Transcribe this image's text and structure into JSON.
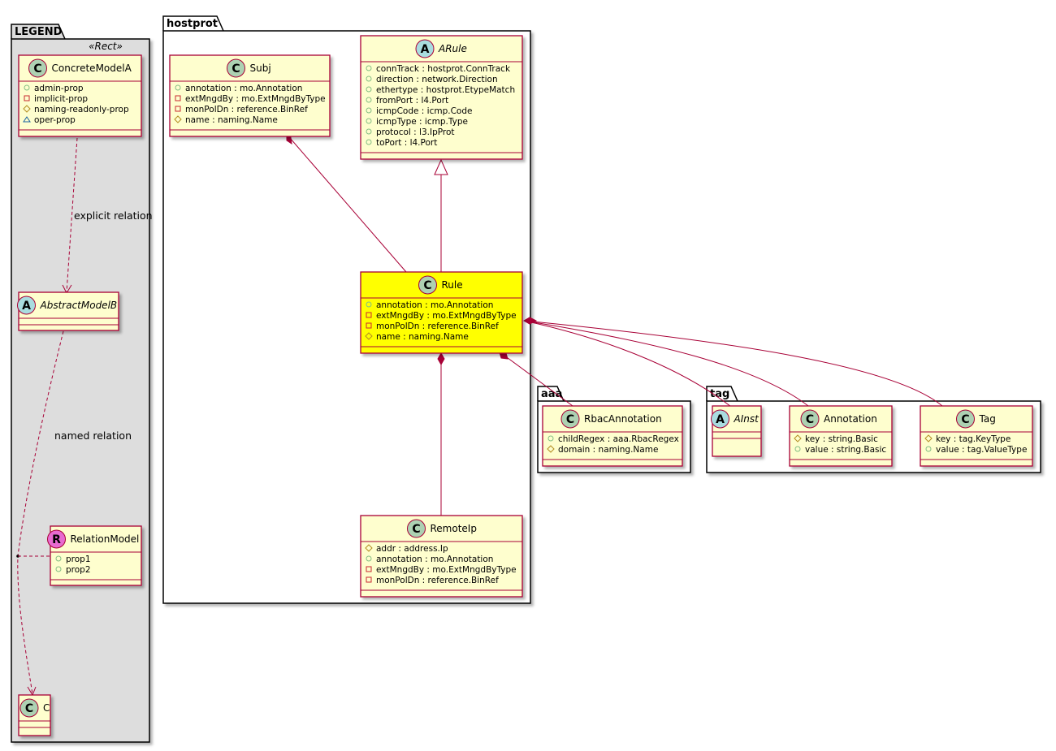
{
  "legend": {
    "title": "LEGEND",
    "stereotype": "«Rect»",
    "edge_explicit": "explicit relation",
    "edge_named": "named relation",
    "concrete_model": {
      "kind": "C",
      "name": "ConcreteModelA",
      "attributes": [
        {
          "vis": "+",
          "text": "admin-prop"
        },
        {
          "vis": "-",
          "text": "implicit-prop"
        },
        {
          "vis": "#",
          "text": "naming-readonly-prop"
        },
        {
          "vis": "~",
          "text": "oper-prop"
        }
      ]
    },
    "abstract_model": {
      "kind": "A",
      "name": "AbstractModelB",
      "attributes": []
    },
    "relation_model": {
      "kind": "R",
      "name": "RelationModel",
      "attributes": [
        {
          "vis": "+",
          "text": "prop1"
        },
        {
          "vis": "+",
          "text": "prop2"
        }
      ]
    },
    "c_model": {
      "kind": "C",
      "name": "C",
      "attributes": []
    }
  },
  "hostprot": {
    "title": "hostprot",
    "subj": {
      "kind": "C",
      "name": "Subj",
      "attributes": [
        {
          "vis": "+",
          "text": "annotation : mo.Annotation"
        },
        {
          "vis": "-",
          "text": "extMngdBy : mo.ExtMngdByType"
        },
        {
          "vis": "-",
          "text": "monPolDn : reference.BinRef"
        },
        {
          "vis": "#",
          "text": "name : naming.Name"
        }
      ]
    },
    "arule": {
      "kind": "A",
      "name": "ARule",
      "attributes": [
        {
          "vis": "+",
          "text": "connTrack : hostprot.ConnTrack"
        },
        {
          "vis": "+",
          "text": "direction : network.Direction"
        },
        {
          "vis": "+",
          "text": "ethertype : hostprot.EtypeMatch"
        },
        {
          "vis": "+",
          "text": "fromPort : l4.Port"
        },
        {
          "vis": "+",
          "text": "icmpCode : icmp.Code"
        },
        {
          "vis": "+",
          "text": "icmpType : icmp.Type"
        },
        {
          "vis": "+",
          "text": "protocol : l3.IpProt"
        },
        {
          "vis": "+",
          "text": "toPort : l4.Port"
        }
      ]
    },
    "rule": {
      "kind": "C",
      "name": "Rule",
      "attributes": [
        {
          "vis": "+",
          "text": "annotation : mo.Annotation"
        },
        {
          "vis": "-",
          "text": "extMngdBy : mo.ExtMngdByType"
        },
        {
          "vis": "-",
          "text": "monPolDn : reference.BinRef"
        },
        {
          "vis": "#",
          "text": "name : naming.Name"
        }
      ]
    },
    "remoteip": {
      "kind": "C",
      "name": "RemoteIp",
      "attributes": [
        {
          "vis": "#",
          "text": "addr : address.Ip"
        },
        {
          "vis": "+",
          "text": "annotation : mo.Annotation"
        },
        {
          "vis": "-",
          "text": "extMngdBy : mo.ExtMngdByType"
        },
        {
          "vis": "-",
          "text": "monPolDn : reference.BinRef"
        }
      ]
    }
  },
  "aaa": {
    "title": "aaa",
    "rbac": {
      "kind": "C",
      "name": "RbacAnnotation",
      "attributes": [
        {
          "vis": "+",
          "text": "childRegex : aaa.RbacRegex"
        },
        {
          "vis": "#",
          "text": "domain : naming.Name"
        }
      ]
    }
  },
  "tag": {
    "title": "tag",
    "ainst": {
      "kind": "A",
      "name": "AInst",
      "attributes": []
    },
    "annotation": {
      "kind": "C",
      "name": "Annotation",
      "attributes": [
        {
          "vis": "#",
          "text": "key : string.Basic"
        },
        {
          "vis": "+",
          "text": "value : string.Basic"
        }
      ]
    },
    "tag": {
      "kind": "C",
      "name": "Tag",
      "attributes": [
        {
          "vis": "#",
          "text": "key : tag.KeyType"
        },
        {
          "vis": "+",
          "text": "value : tag.ValueType"
        }
      ]
    }
  },
  "colors": {
    "class_fill": "#FEFECE",
    "class_border": "#A80036",
    "highlight_fill": "#FFFF00",
    "legend_fill": "#DDDDDD",
    "edge": "#A80036",
    "circle_C": "#ADD1B2",
    "circle_A": "#A9DCDF",
    "circle_R": "#E86BD0",
    "vis_public": "#84BE84",
    "vis_private": "#C82930",
    "vis_protected": "#B38D22",
    "vis_package": "#1963A0"
  }
}
